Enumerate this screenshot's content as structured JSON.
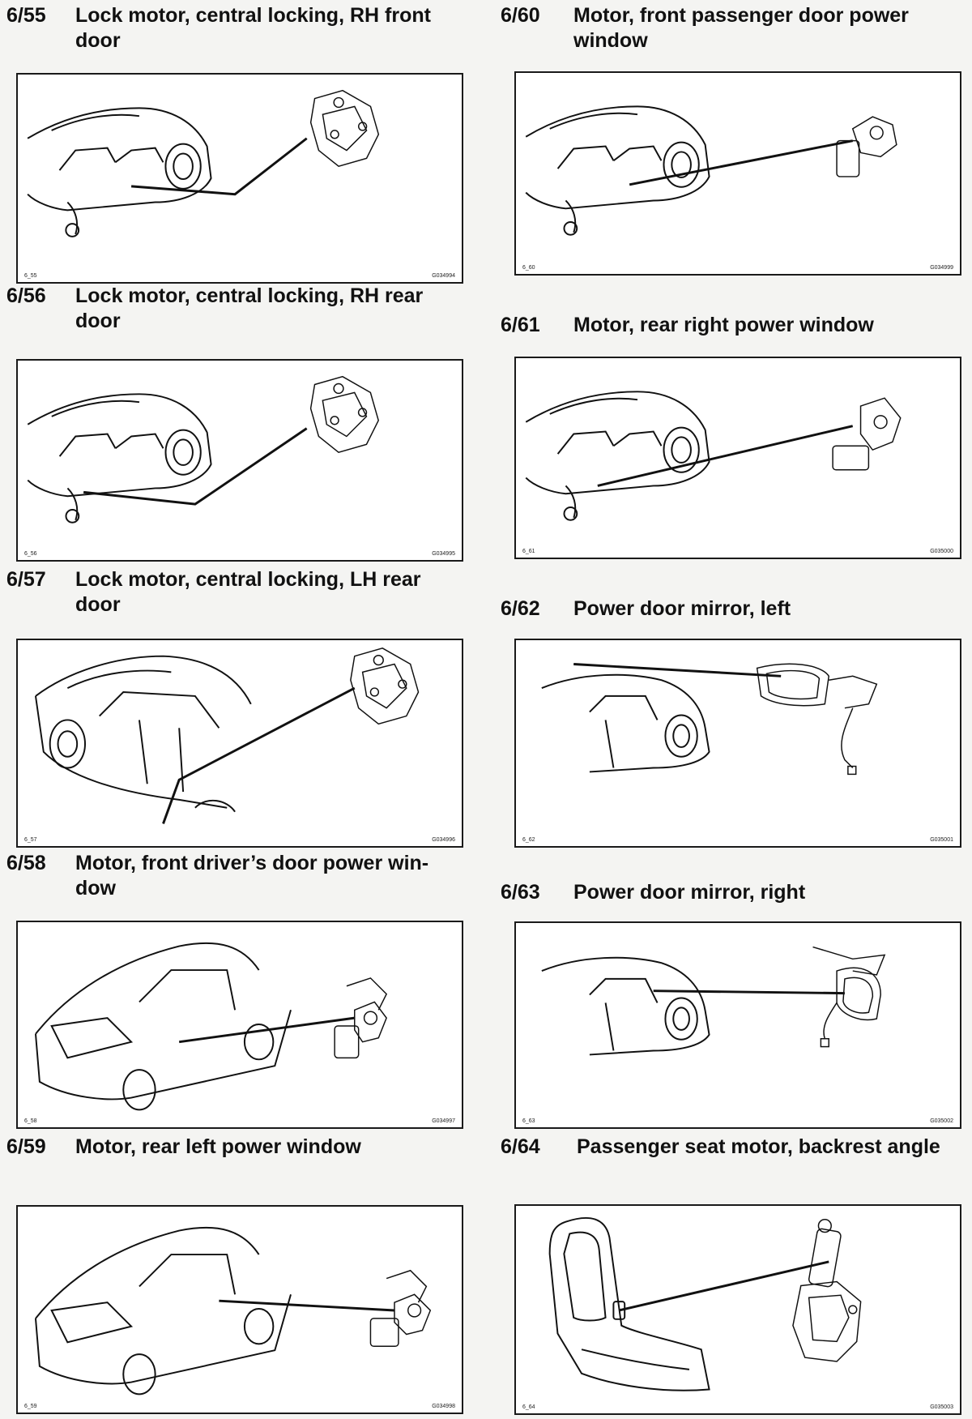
{
  "entries": [
    {
      "number": "6/55",
      "title": "Lock motor, central locking, RH front\ndoor",
      "fig_id": "6_55",
      "fig_code": "G034994"
    },
    {
      "number": "6/56",
      "title": "Lock motor, central locking, RH rear\ndoor",
      "fig_id": "6_56",
      "fig_code": "G034995"
    },
    {
      "number": "6/57",
      "title": "Lock motor, central locking, LH rear\ndoor",
      "fig_id": "6_57",
      "fig_code": "G034996"
    },
    {
      "number": "6/58",
      "title": "Motor, front driver’s door power win-\ndow",
      "fig_id": "6_58",
      "fig_code": "G034997"
    },
    {
      "number": "6/59",
      "title": "Motor, rear left power window",
      "fig_id": "6_59",
      "fig_code": "G034998"
    },
    {
      "number": "6/60",
      "title": "Motor, front passenger door power\nwindow",
      "fig_id": "6_60",
      "fig_code": "G034999"
    },
    {
      "number": "6/61",
      "title": "Motor, rear right power window",
      "fig_id": "6_61",
      "fig_code": "G035000"
    },
    {
      "number": "6/62",
      "title": "Power door mirror, left",
      "fig_id": "6_62",
      "fig_code": "G035001"
    },
    {
      "number": "6/63",
      "title": "Power door mirror, right",
      "fig_id": "6_63",
      "fig_code": "G035002"
    },
    {
      "number": "6/64",
      "title": "Passenger seat motor, backrest angle",
      "fig_id": "6_64",
      "fig_code": "G035003"
    }
  ]
}
